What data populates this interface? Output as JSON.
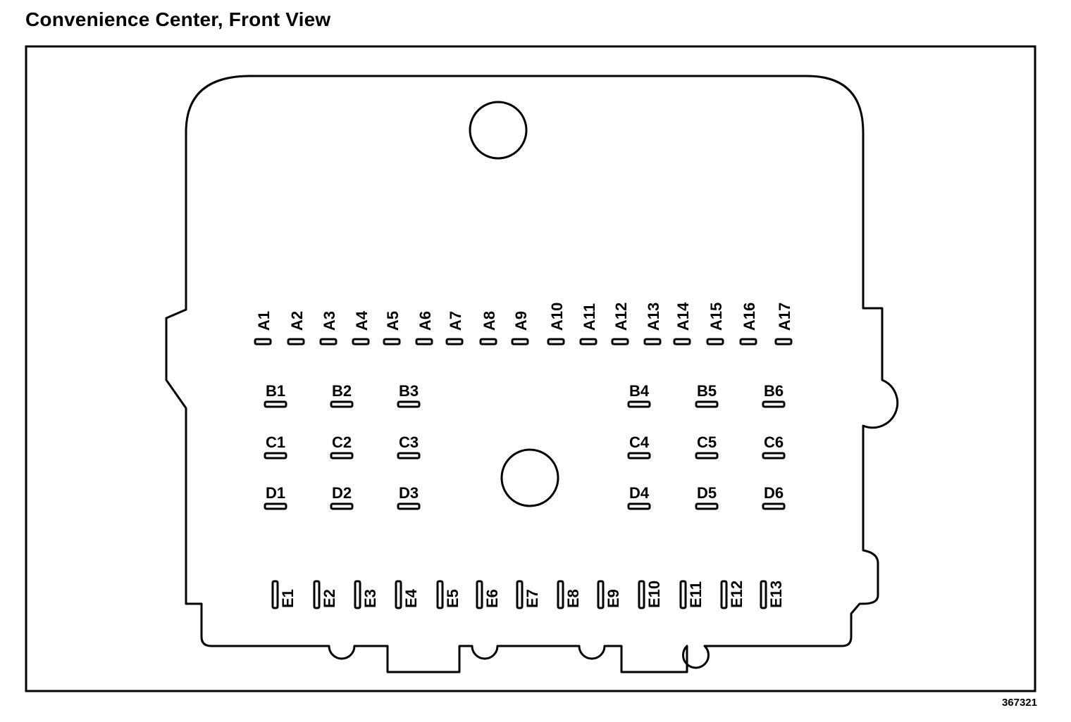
{
  "title": "Convenience Center, Front View",
  "figure_id": "367321",
  "connector": {
    "row_a": [
      "A1",
      "A2",
      "A3",
      "A4",
      "A5",
      "A6",
      "A7",
      "A8",
      "A9",
      "A10",
      "A11",
      "A12",
      "A13",
      "A14",
      "A15",
      "A16",
      "A17"
    ],
    "row_b": [
      "B1",
      "B2",
      "B3",
      "B4",
      "B5",
      "B6"
    ],
    "row_c": [
      "C1",
      "C2",
      "C3",
      "C4",
      "C5",
      "C6"
    ],
    "row_d": [
      "D1",
      "D2",
      "D3",
      "D4",
      "D5",
      "D6"
    ],
    "row_e": [
      "E1",
      "E2",
      "E3",
      "E4",
      "E5",
      "E6",
      "E7",
      "E8",
      "E9",
      "E10",
      "E11",
      "E12",
      "E13"
    ]
  }
}
